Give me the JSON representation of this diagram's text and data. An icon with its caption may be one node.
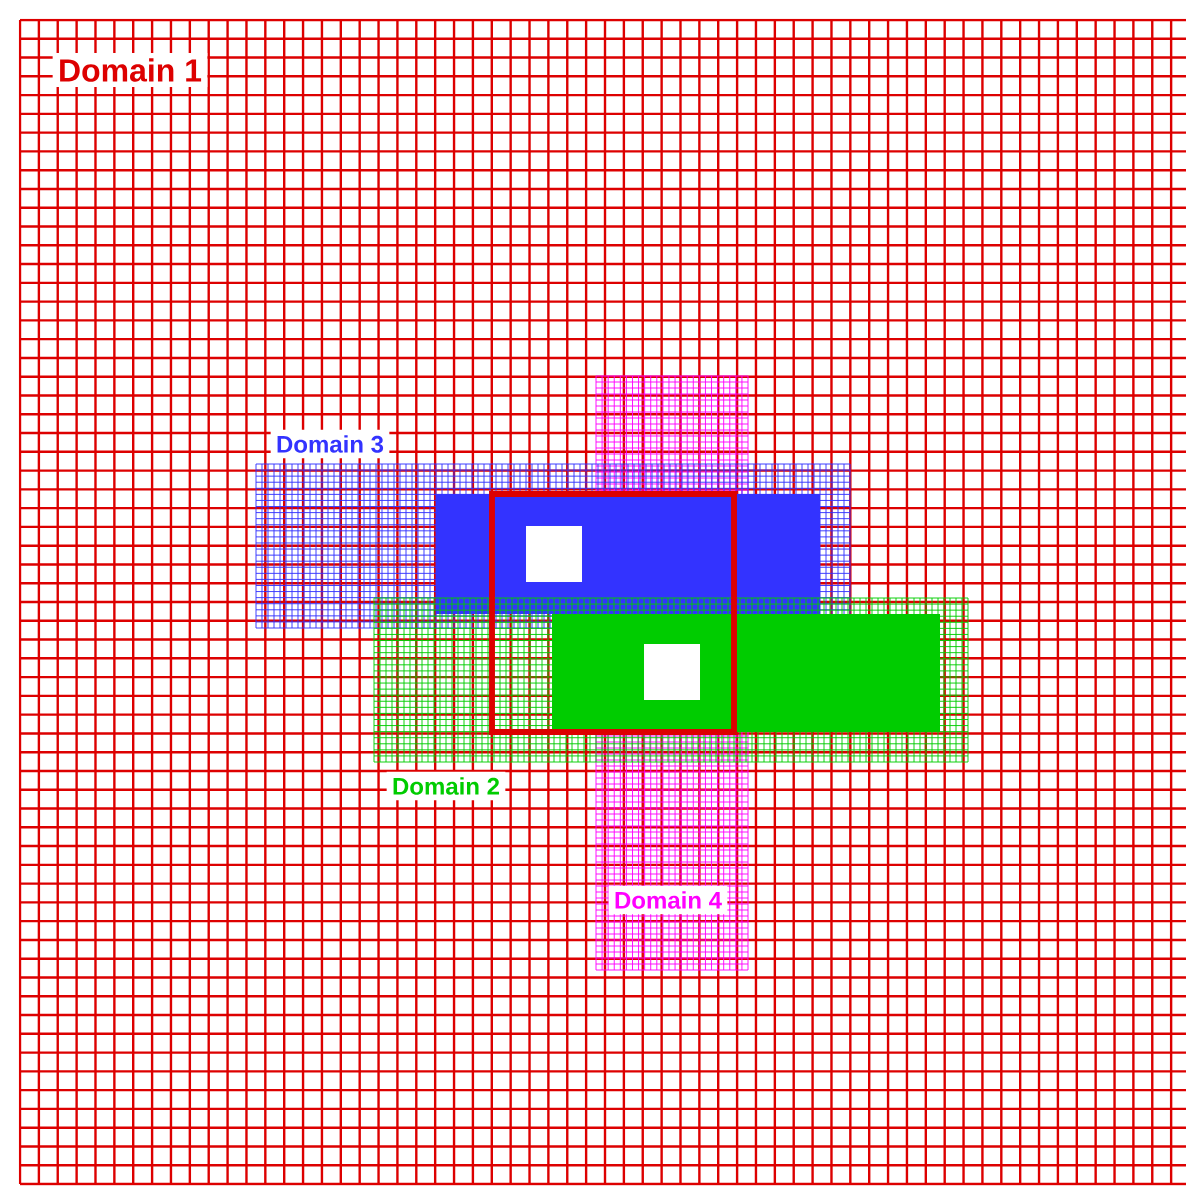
{
  "diagram": {
    "nodes": [
      {
        "text": [
          "Domain 1"
        ]
      },
      {
        "text": [
          "Domain 3"
        ],
        "in": 0
      },
      {
        "text": [
          "Domain 2"
        ],
        "in": 0
      },
      {
        "text": [
          "Domain 4"
        ],
        "in": 0
      }
    ]
  }
}
